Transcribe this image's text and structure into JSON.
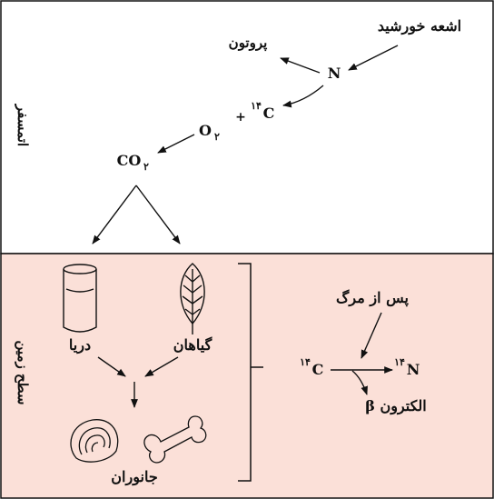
{
  "atmosphere": {
    "label": "اتمسفر",
    "cosmic_rays": "اشعه خورشید",
    "nitrogen": "N",
    "proton": "پروتون",
    "c14_mass": "۱۴",
    "c14_symbol": "C",
    "plus": "+",
    "oxygen": "O",
    "oxygen_sub": "۲",
    "co2": "CO",
    "co2_sub": "۲"
  },
  "surface": {
    "label": "سطح زمین",
    "sea": "دریا",
    "plants": "گیاهان",
    "animals": "جانوران",
    "background_color": "#fbe0d8"
  },
  "decay": {
    "after_death": "پس از مرگ",
    "c14_mass": "۱۴",
    "c14_symbol": "C",
    "n14_mass": "۱۴",
    "n14_symbol": "N",
    "beta_electron": "الکترون β"
  }
}
